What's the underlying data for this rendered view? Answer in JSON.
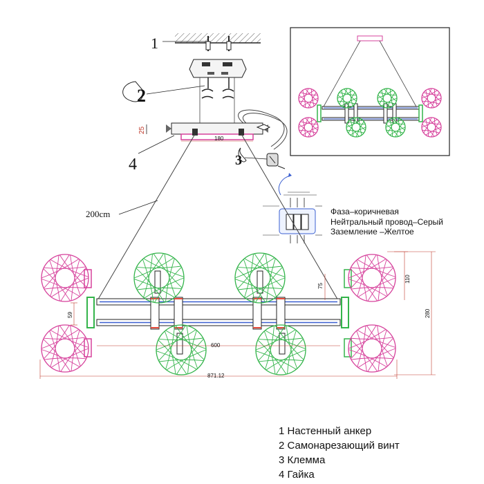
{
  "callouts": {
    "anchor": "1",
    "screw": "2",
    "terminal": "3",
    "nut": "4"
  },
  "dimensions": {
    "bracket_height": "25",
    "bracket_width": "180",
    "cable_length": "200cm",
    "frame_height": "59",
    "frame_length": "600",
    "overall_length": "871.12",
    "globe_offset": "75",
    "globe_height": "110",
    "overall_height": "280"
  },
  "wiring": {
    "phase": "Фаза–коричневая",
    "neutral": "Нейтральный провод–Серый",
    "ground": "Заземление –Желтое"
  },
  "legend": [
    "1 Настенный анкер",
    "2 Самонарезающий винт",
    "3 Клемма",
    "4 Гайка"
  ],
  "colors": {
    "pink_globe": "#d6409b",
    "green_globe": "#33b44a",
    "line": "#333333",
    "frame_blue": "#3a5fd0"
  }
}
